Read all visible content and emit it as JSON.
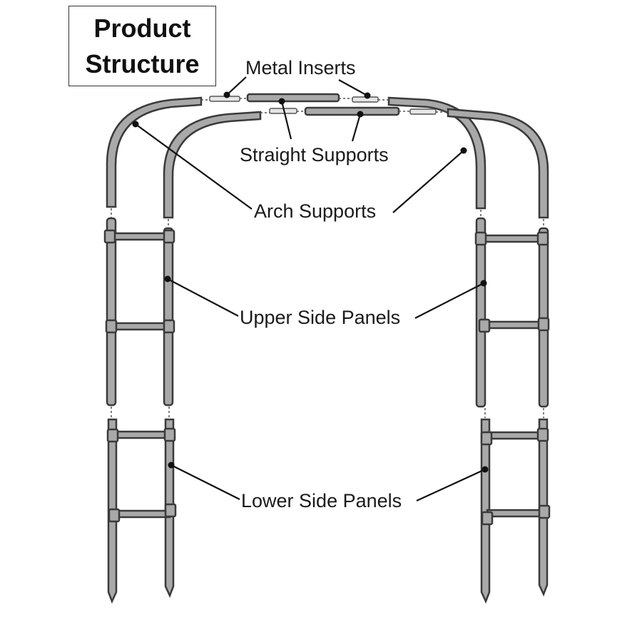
{
  "title": {
    "line1": "Product",
    "line2": "Structure"
  },
  "labels": {
    "metal_inserts": "Metal Inserts",
    "straight_supports": "Straight Supports",
    "arch_supports": "Arch Supports",
    "upper_side_panels": "Upper Side Panels",
    "lower_side_panels": "Lower Side Panels"
  },
  "colors": {
    "pipe_fill": "#a9a9a9",
    "pipe_stroke": "#3a3a3a",
    "leader": "#111111"
  }
}
